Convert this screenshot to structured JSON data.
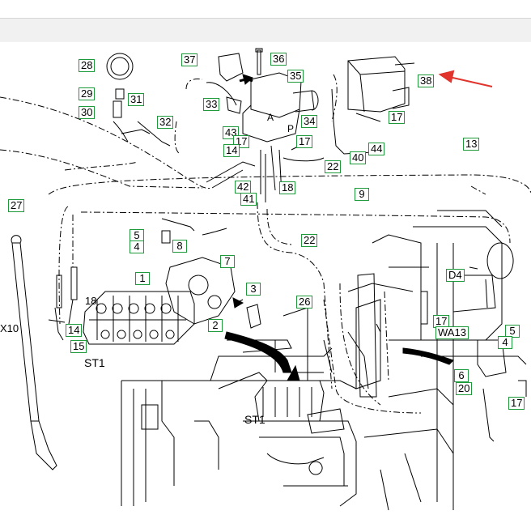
{
  "callouts": {
    "c28": "28",
    "c29": "29",
    "c30": "30",
    "c31": "31",
    "c32": "32",
    "c37": "37",
    "c36": "36",
    "c35": "35",
    "c33": "33",
    "c34": "34",
    "c43": "43",
    "c17a": "17",
    "c14a": "14",
    "c17b": "17",
    "c42": "42",
    "c41": "41",
    "c18a": "18",
    "c22a": "22",
    "c38": "38",
    "c17c": "17",
    "c44": "44",
    "c40": "40",
    "c13": "13",
    "c9": "9",
    "c27": "27",
    "c5a": "5",
    "c4a": "4",
    "c8": "8",
    "c7": "7",
    "c1": "1",
    "c3": "3",
    "c2": "2",
    "c14b": "14",
    "c15": "15",
    "c22b": "22",
    "c26": "26",
    "c17d": "17",
    "c5b": "5",
    "c4b": "4",
    "c6": "6",
    "c20": "20",
    "c17e": "17"
  },
  "labels": {
    "st1a": "ST1",
    "st1b": "ST1",
    "x10": "X10",
    "n18": "18",
    "d4": "D4",
    "wa13": "WA13",
    "a": "A",
    "p": "P"
  },
  "colors": {
    "callout_border": "#1f9a3a",
    "arrow": "#e0342c",
    "line": "#000000"
  }
}
